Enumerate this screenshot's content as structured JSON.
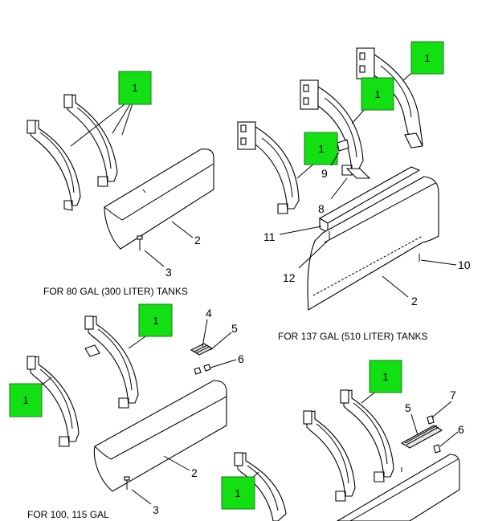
{
  "colors": {
    "callout_box": "#12e012",
    "line": "#000000",
    "background": "#ffffff"
  },
  "captions": {
    "gal80": "FOR 80 GAL (300 LITER) TANKS",
    "gal137": "FOR  137 GAL (510 LITER) TANKS",
    "gal100": "FOR 100, 115 GAL"
  },
  "callouts": {
    "c1": "1",
    "c2": "1",
    "c3": "1",
    "c4": "1",
    "c5": "1",
    "c6": "1",
    "c7": "1",
    "c8": "1"
  },
  "part_numbers": {
    "p80_2": "2",
    "p80_3": "3",
    "p137_8": "8",
    "p137_9": "9",
    "p137_11": "11",
    "p137_12": "12",
    "p137_10": "10",
    "p137_2": "2",
    "p100_4": "4",
    "p100_5": "5",
    "p100_6": "6",
    "p100_2": "2",
    "p100_3": "3",
    "pbr_7": "7",
    "pbr_5": "5",
    "pbr_6": "6"
  }
}
